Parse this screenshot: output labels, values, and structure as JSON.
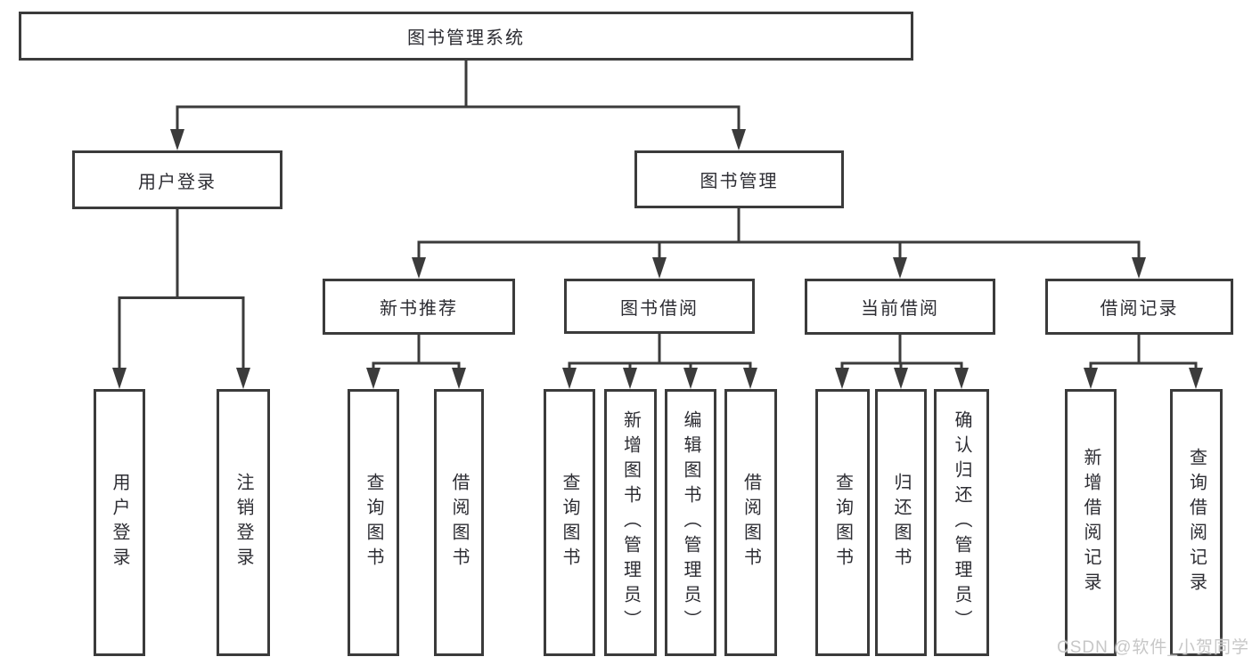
{
  "diagram": {
    "title": "图书管理系统",
    "level2": [
      {
        "label": "用户登录"
      },
      {
        "label": "图书管理"
      }
    ],
    "level3": [
      {
        "label": "新书推荐"
      },
      {
        "label": "图书借阅"
      },
      {
        "label": "当前借阅"
      },
      {
        "label": "借阅记录"
      }
    ],
    "leaves": {
      "userLogin": [
        "用户登录",
        "注销登录"
      ],
      "newBook": [
        "查询图书",
        "借阅图书"
      ],
      "bookBorrow": [
        "查询图书",
        "新增图书（管理员）",
        "编辑图书（管理员）",
        "借阅图书"
      ],
      "currentBorrow": [
        "查询图书",
        "归还图书",
        "确认归还（管理员）"
      ],
      "records": [
        "新增借阅记录",
        "查询借阅记录"
      ]
    },
    "colors": {
      "line": "#3b3b3b",
      "text": "#2d2d33",
      "watermark": "#c7c7c7"
    },
    "watermark": "CSDN @软件_小贺同学"
  }
}
